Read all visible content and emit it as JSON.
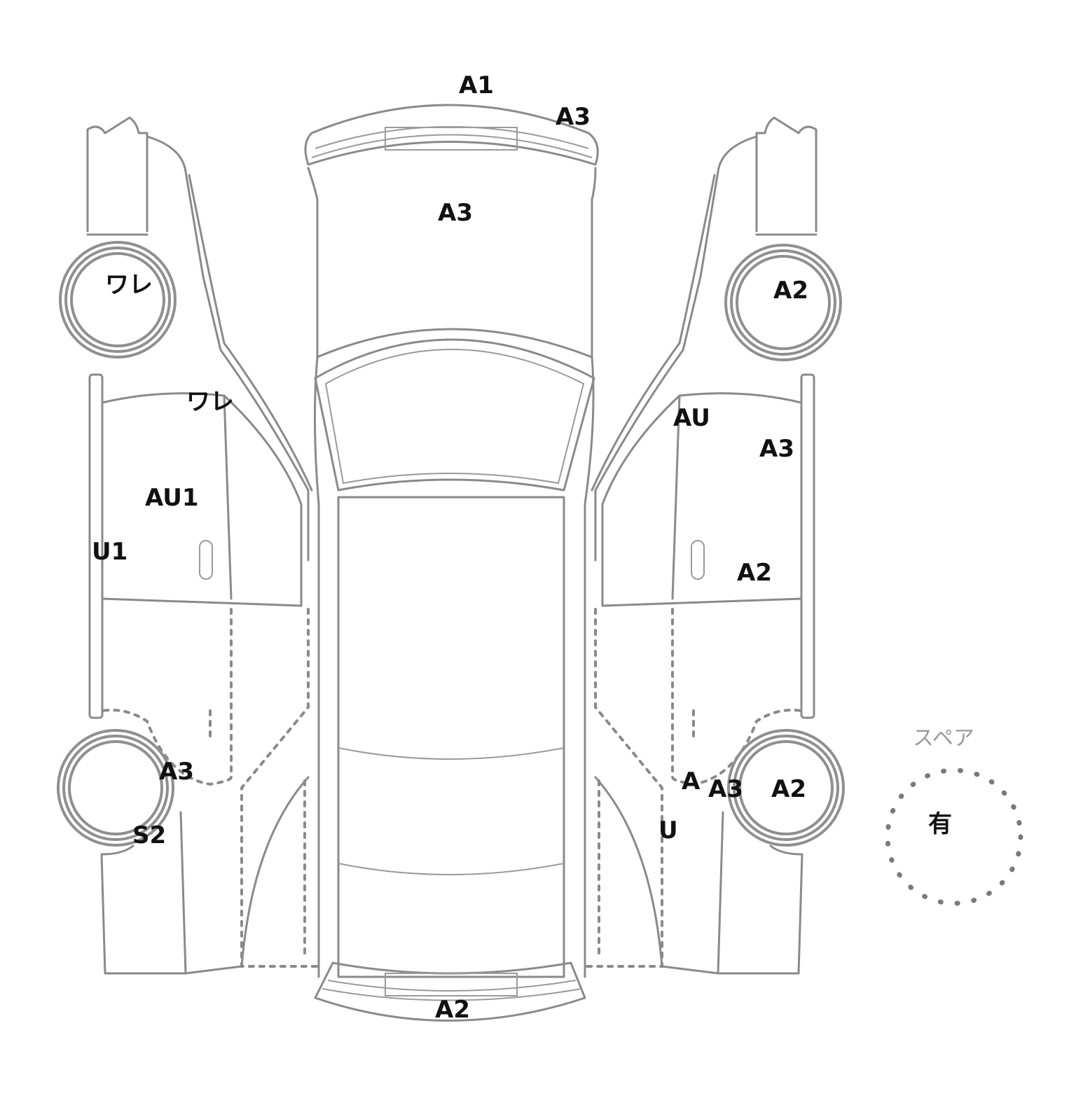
{
  "diagram": {
    "spare": {
      "title": "スペア",
      "status": "有"
    },
    "marks": [
      {
        "id": "bonnet-front",
        "code": "A1"
      },
      {
        "id": "front-bumper-right",
        "code": "A3"
      },
      {
        "id": "bonnet",
        "code": "A3"
      },
      {
        "id": "left-front-wheel",
        "code": "ワレ"
      },
      {
        "id": "left-a-pillar",
        "code": "ワレ"
      },
      {
        "id": "left-front-door",
        "code": "AU1"
      },
      {
        "id": "left-rocker",
        "code": "U1"
      },
      {
        "id": "left-rear-fender",
        "code": "A3"
      },
      {
        "id": "left-rear-bumper",
        "code": "S2"
      },
      {
        "id": "right-front-wheel",
        "code": "A2"
      },
      {
        "id": "right-a-pillar",
        "code": "AU"
      },
      {
        "id": "right-front-door-upper",
        "code": "A3"
      },
      {
        "id": "right-front-door-lower",
        "code": "A2"
      },
      {
        "id": "right-rear-quarter-a",
        "code": "A"
      },
      {
        "id": "right-rear-quarter-a3",
        "code": "A3"
      },
      {
        "id": "right-rear-wheel",
        "code": "A2"
      },
      {
        "id": "right-rear-lower",
        "code": "U"
      },
      {
        "id": "rear-bumper",
        "code": "A2"
      }
    ]
  }
}
